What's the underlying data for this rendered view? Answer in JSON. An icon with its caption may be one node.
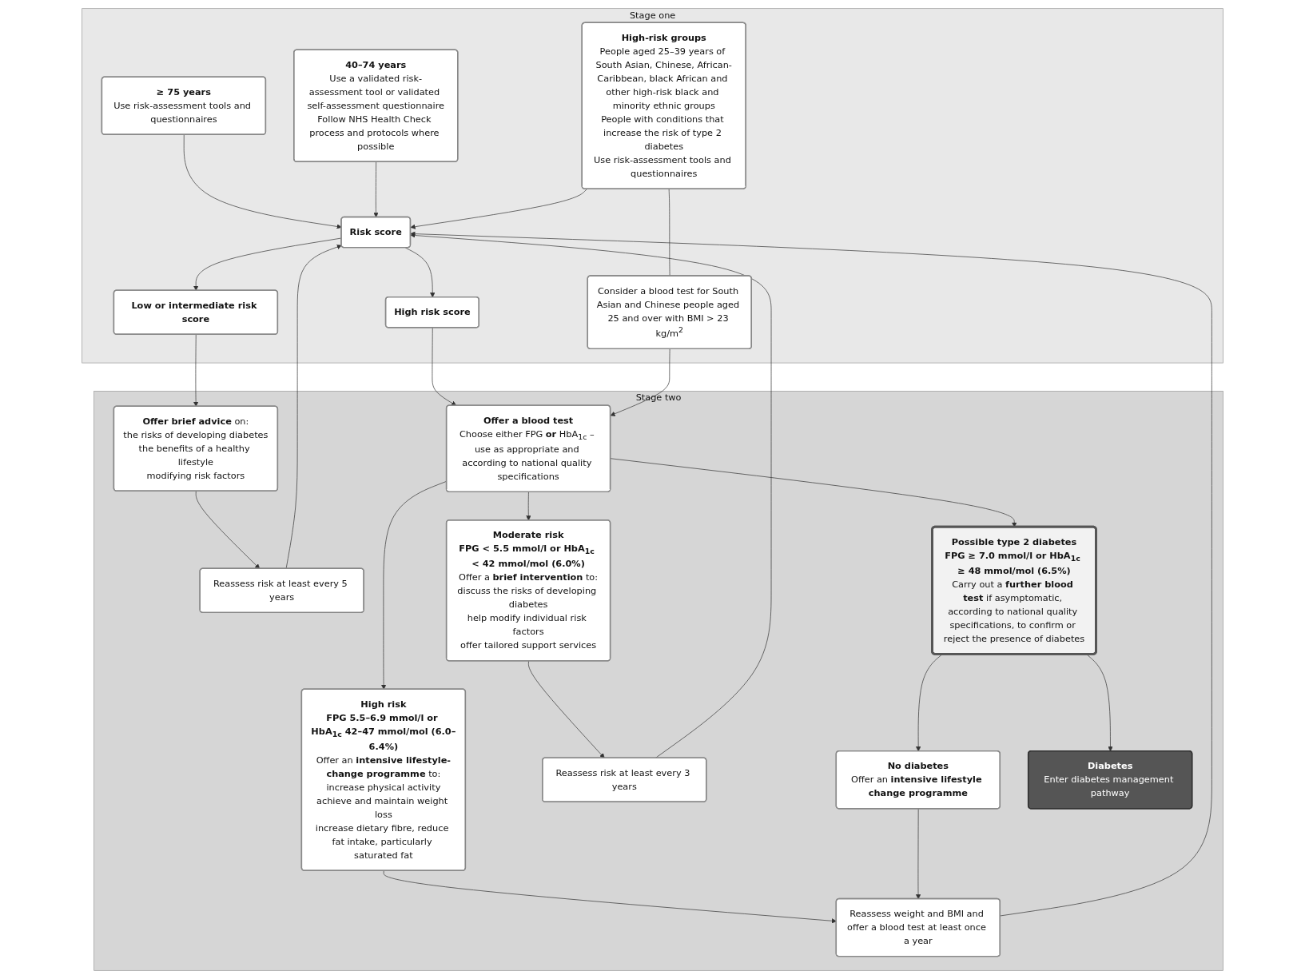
{
  "diagram": {
    "nodes": [
      {
        "text": [
          "Stage one"
        ]
      },
      {
        "text": [
          "≥ 75 years",
          "Use risk-assessment tools and questionnaires"
        ],
        "in": 0
      },
      {
        "text": [
          "40–74 years",
          "Use a validated risk-assessment tool or validated self-assessment questionnaire",
          "Follow NHS Health Check process and protocols where possible"
        ],
        "in": 0
      },
      {
        "text": [
          "High-risk groups",
          "People aged 25–39 years of South Asian, Chinese, African-Caribbean, black African and other high-risk black and minority ethnic groups",
          "People with conditions that increase the risk of type 2 diabetes",
          "Use risk-assessment tools and questionnaires"
        ],
        "in": 0
      },
      {
        "text": [
          "Risk score"
        ],
        "in": 0
      },
      {
        "text": [
          "Consider a blood test for South Asian and Chinese people aged 25 and over with BMI > 23 kg/m$^{2}$"
        ],
        "in": 0
      },
      {
        "text": [
          "Low or intermediate risk score"
        ],
        "in": 0
      },
      {
        "text": [
          "High risk score"
        ],
        "in": 0
      },
      {
        "text": [
          "Stage two"
        ]
      },
      {
        "text": [
          "**Offer brief advice** on:",
          "the risks of developing diabetes",
          "the benefits of a healthy lifestyle",
          "modifying risk factors"
        ],
        "in": 8
      },
      {
        "text": [
          "Offer a blood test",
          "Choose either FPG **or** HbA$_{1c}$ – use as appropriate and according to national quality specifications"
        ],
        "in": 8
      },
      {
        "text": [
          "Reassess risk at least every 5 years"
        ],
        "in": 8
      },
      {
        "text": [
          "Moderate risk",
          "FPG < 5.5 mmol/l or HbA$_{1c}$ < 42 mmol/mol (6.0%)",
          "Offer a **brief intervention** to:",
          "discuss the risks of developing diabetes",
          "help modify individual risk factors",
          "offer tailored support services"
        ],
        "in": 8
      },
      {
        "text": [
          "High risk",
          "FPG 5.5–6.9 mmol/l or HbA$_{1c}$ 42–47 mmol/mol (6.0–6.4%)",
          "Offer an **intensive lifestyle-change programme** to:",
          "increase physical activity",
          "achieve and maintain weight loss",
          "increase dietary fibre, reduce fat intake, particularly saturated fat"
        ],
        "in": 8
      },
      {
        "text": [
          "Possible type 2 diabetes",
          "FPG ≥ 7.0 mmol/l or HbA$_{1c}$ ≥ 48 mmol/mol (6.5%)",
          "Carry out a **further blood test** if asymptomatic, according to national quality specifications, to confirm or reject the presence of diabetes"
        ],
        "in": 8
      },
      {
        "text": [
          "Reassess risk at least every 3 years"
        ],
        "in": 8
      },
      {
        "text": [
          "Reassess weight and BMI and offer a blood test at least once a year"
        ],
        "in": 8
      },
      {
        "text": [
          "No diabetes",
          "Offer an **intensive lifestyle change programme**"
        ],
        "in": 8
      },
      {
        "text": [
          "Diabetes",
          "Enter diabetes management pathway"
        ],
        "in": 8
      }
    ],
    "edges": [
      {
        "from": 1,
        "to": 4,
        "arrow": "to"
      },
      {
        "from": 2,
        "to": 4,
        "arrow": "to"
      },
      {
        "from": 3,
        "to": 4,
        "arrow": "to"
      },
      {
        "from": 3,
        "to": 5,
        "arrow": "none"
      },
      {
        "from": 4,
        "to": 6,
        "arrow": "to"
      },
      {
        "from": 4,
        "to": 7,
        "arrow": "to"
      },
      {
        "from": 6,
        "to": 9,
        "arrow": "to"
      },
      {
        "from": 7,
        "to": 10,
        "arrow": "to"
      },
      {
        "from": 5,
        "to": 10,
        "arrow": "to"
      },
      {
        "from": 9,
        "to": 11,
        "arrow": "to"
      },
      {
        "from": 11,
        "to": 4,
        "arrow": "to"
      },
      {
        "from": 10,
        "to": 12,
        "arrow": "to"
      },
      {
        "from": 10,
        "to": 13,
        "arrow": "to"
      },
      {
        "from": 10,
        "to": 14,
        "arrow": "to"
      },
      {
        "from": 12,
        "to": 15,
        "arrow": "to"
      },
      {
        "from": 15,
        "to": 4,
        "arrow": "to"
      },
      {
        "from": 13,
        "to": 16,
        "arrow": "to"
      },
      {
        "from": 14,
        "to": 17,
        "arrow": "to"
      },
      {
        "from": 14,
        "to": 18,
        "arrow": "to"
      },
      {
        "from": 17,
        "to": 16,
        "arrow": "to"
      },
      {
        "from": 16,
        "to": 4,
        "arrow": "to"
      }
    ]
  }
}
